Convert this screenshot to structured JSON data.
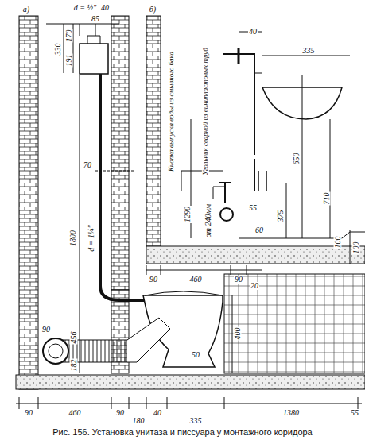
{
  "diagram": {
    "caption": "Рис. 156. Установка унитаза и писсуара у монтажного коридора",
    "labels": [
      "а)",
      "б)",
      "d = ½\"",
      "40",
      "85",
      "330",
      "170",
      "191",
      "70",
      "1800",
      "d = 1¼\"",
      "456",
      "182",
      "90",
      "400",
      "50",
      "90",
      "460",
      "90",
      "180",
      "40",
      "335",
      "1380",
      "55",
      "40",
      "335",
      "Кнопка выпуска воды из смывного бака",
      "Угольник сварной из винипластовых труб",
      "1290",
      "от 240мм",
      "650",
      "710",
      "375",
      "55",
      "60",
      "100",
      "100",
      "90",
      "460",
      "90",
      "20"
    ]
  }
}
